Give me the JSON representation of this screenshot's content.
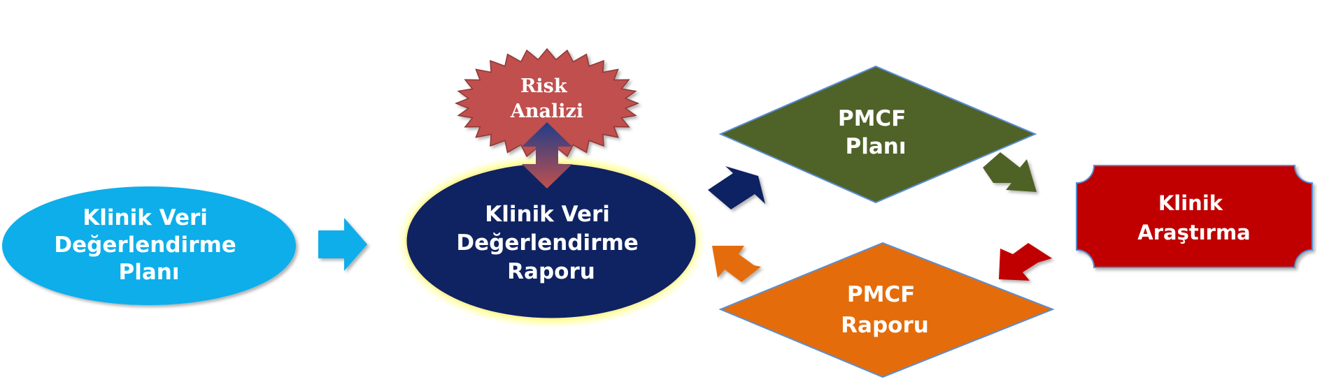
{
  "nodes": {
    "klinik_veri_plani": {
      "lines": [
        "Klinik Veri",
        "Değerlendirme",
        "Planı"
      ],
      "color": "#11aeea"
    },
    "klinik_veri_raporu": {
      "lines": [
        "Klinik Veri",
        "Değerlendirme",
        "Raporu"
      ],
      "color": "#0f2362"
    },
    "risk_analizi": {
      "lines": [
        "Risk",
        "Analizi"
      ],
      "color": "#c0504d"
    },
    "pmcf_plani": {
      "lines": [
        "PMCF",
        "Planı"
      ],
      "color": "#4f6228"
    },
    "pmcf_raporu": {
      "lines": [
        "PMCF",
        "Raporu"
      ],
      "color": "#e46c0a"
    },
    "klinik_arastirma": {
      "lines": [
        "Klinik",
        "Araştırma"
      ],
      "color": "#c00000"
    }
  },
  "arrows": {
    "plan_to_rapor": {
      "color": "#11aeea"
    },
    "rapor_to_pmcf_plani": {
      "color": "#0f2362"
    },
    "pmcf_plani_to_arastirma": {
      "color": "#4f6228"
    },
    "arastirma_to_pmcf_raporu": {
      "color": "#c00000"
    },
    "pmcf_raporu_to_rapor": {
      "color": "#e46c0a"
    },
    "risk_rapor_link": {
      "color": "#0f2362"
    }
  }
}
